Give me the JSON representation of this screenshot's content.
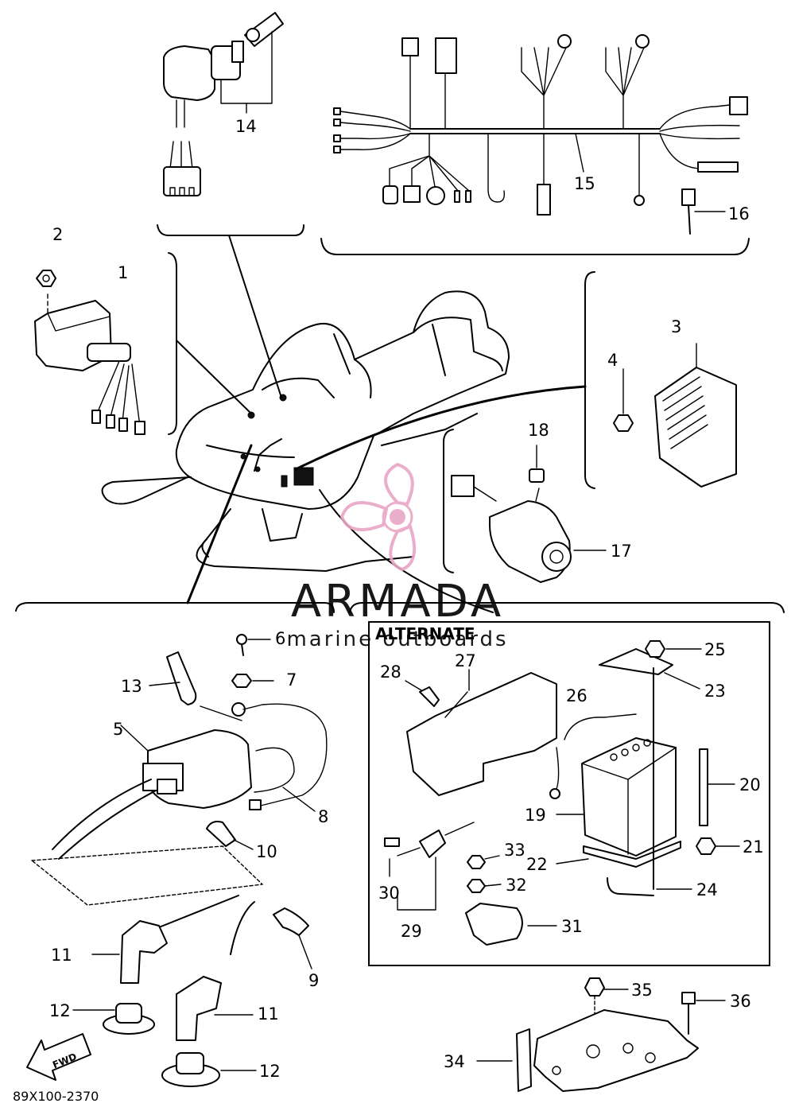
{
  "diagram": {
    "code": "89X100-2370",
    "alternate_label": "ALTERNATE",
    "fwd_label": "FWD",
    "callouts": [
      "1",
      "2",
      "3",
      "4",
      "5",
      "6",
      "7",
      "8",
      "9",
      "10",
      "11",
      "11",
      "12",
      "12",
      "13",
      "14",
      "15",
      "16",
      "17",
      "18",
      "19",
      "20",
      "21",
      "22",
      "23",
      "24",
      "25",
      "26",
      "27",
      "28",
      "29",
      "30",
      "31",
      "32",
      "33",
      "34",
      "35",
      "36"
    ]
  },
  "watermark": {
    "brand": "ARMADA",
    "tagline": "marine outboards",
    "brand_color": "#e8a6c6",
    "text_color": "#9a9a9a"
  }
}
